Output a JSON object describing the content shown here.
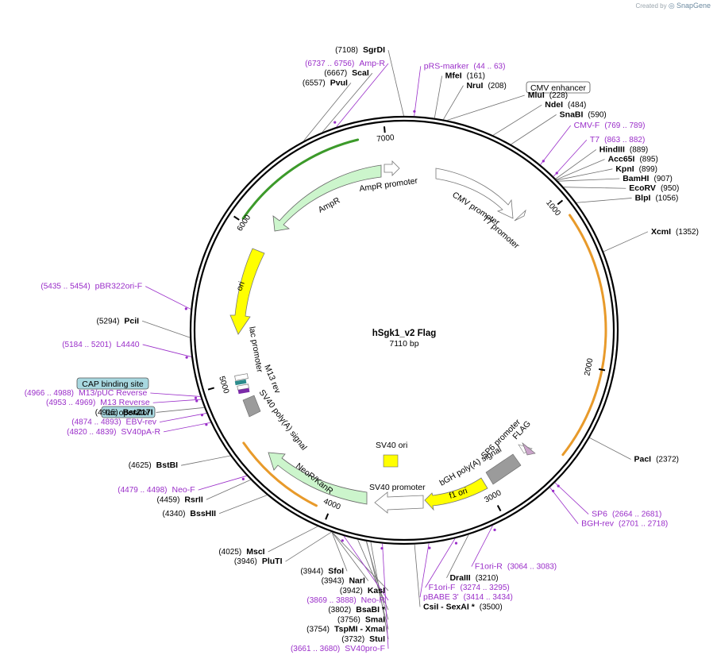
{
  "credit": {
    "prefix": "Created by",
    "brand": "SnapGene"
  },
  "plasmid": {
    "name": "hSgk1_v2 Flag",
    "length_label": "7110 bp",
    "length": 7110
  },
  "ticks": [
    {
      "pos": 1000,
      "label": "1000"
    },
    {
      "pos": 2000,
      "label": "2000"
    },
    {
      "pos": 3000,
      "label": "3000"
    },
    {
      "pos": 4000,
      "label": "4000"
    },
    {
      "pos": 5000,
      "label": "5000"
    },
    {
      "pos": 6000,
      "label": "6000"
    },
    {
      "pos": 7000,
      "label": "7000"
    }
  ],
  "sites": [
    {
      "name": "SgrDI",
      "pos": "(7108)",
      "bp": 7108,
      "side": "left"
    },
    {
      "name": "MfeI",
      "pos": "(161)",
      "bp": 161,
      "side": "right"
    },
    {
      "name": "NruI",
      "pos": "(208)",
      "bp": 208,
      "side": "right"
    },
    {
      "name": "MluI",
      "pos": "(228)",
      "bp": 228,
      "side": "right"
    },
    {
      "name": "NdeI",
      "pos": "(484)",
      "bp": 484,
      "side": "right"
    },
    {
      "name": "SnaBI",
      "pos": "(590)",
      "bp": 590,
      "side": "right"
    },
    {
      "name": "HindIII",
      "pos": "(889)",
      "bp": 889,
      "side": "right"
    },
    {
      "name": "Acc65I",
      "pos": "(895)",
      "bp": 895,
      "side": "right"
    },
    {
      "name": "KpnI",
      "pos": "(899)",
      "bp": 899,
      "side": "right"
    },
    {
      "name": "BamHI",
      "pos": "(907)",
      "bp": 907,
      "side": "right"
    },
    {
      "name": "EcoRV",
      "pos": "(950)",
      "bp": 950,
      "side": "right"
    },
    {
      "name": "BlpI",
      "pos": "(1056)",
      "bp": 1056,
      "side": "right"
    },
    {
      "name": "XcmI",
      "pos": "(1352)",
      "bp": 1352,
      "side": "right"
    },
    {
      "name": "PacI",
      "pos": "(2372)",
      "bp": 2372,
      "side": "right"
    },
    {
      "name": "DraIII",
      "pos": "(3210)",
      "bp": 3210,
      "side": "right"
    },
    {
      "name": "CsiI  - SexAI *",
      "pos": "(3500)",
      "bp": 3500,
      "side": "right"
    },
    {
      "name": "StuI",
      "pos": "(3732)",
      "bp": 3732,
      "side": "left"
    },
    {
      "name": "TspMI  - XmaI",
      "pos": "(3754)",
      "bp": 3754,
      "side": "left"
    },
    {
      "name": "SmaI",
      "pos": "(3756)",
      "bp": 3756,
      "side": "left"
    },
    {
      "name": "BsaBI *",
      "pos": "(3802)",
      "bp": 3802,
      "side": "left"
    },
    {
      "name": "KasI",
      "pos": "(3942)",
      "bp": 3942,
      "side": "left"
    },
    {
      "name": "NarI",
      "pos": "(3943)",
      "bp": 3943,
      "side": "left"
    },
    {
      "name": "SfoI",
      "pos": "(3944)",
      "bp": 3944,
      "side": "left"
    },
    {
      "name": "PluTI",
      "pos": "(3946)",
      "bp": 3946,
      "side": "left"
    },
    {
      "name": "MscI",
      "pos": "(4025)",
      "bp": 4025,
      "side": "left"
    },
    {
      "name": "BssHII",
      "pos": "(4340)",
      "bp": 4340,
      "side": "left"
    },
    {
      "name": "RsrII",
      "pos": "(4459)",
      "bp": 4459,
      "side": "left"
    },
    {
      "name": "BstBI",
      "pos": "(4625)",
      "bp": 4625,
      "side": "left"
    },
    {
      "name": "BstZ17I",
      "pos": "(4915)",
      "bp": 4915,
      "side": "left"
    },
    {
      "name": "PciI",
      "pos": "(5294)",
      "bp": 5294,
      "side": "left"
    },
    {
      "name": "PvuI",
      "pos": "(6557)",
      "bp": 6557,
      "side": "left"
    },
    {
      "name": "ScaI",
      "pos": "(6667)",
      "bp": 6667,
      "side": "left"
    }
  ],
  "primers": [
    {
      "name": "pRS-marker",
      "pos": "(44 .. 63)",
      "bp": 53,
      "side": "right"
    },
    {
      "name": "CMV-F",
      "pos": "(769 .. 789)",
      "bp": 779,
      "side": "right"
    },
    {
      "name": "T7",
      "pos": "(863 .. 882)",
      "bp": 872,
      "side": "right"
    },
    {
      "name": "SP6",
      "pos": "(2664 .. 2681)",
      "bp": 2672,
      "side": "right"
    },
    {
      "name": "BGH-rev",
      "pos": "(2701 .. 2718)",
      "bp": 2709,
      "side": "right"
    },
    {
      "name": "F1ori-R",
      "pos": "(3064 .. 3083)",
      "bp": 3073,
      "side": "right"
    },
    {
      "name": "F1ori-F",
      "pos": "(3274 .. 3295)",
      "bp": 3284,
      "side": "right"
    },
    {
      "name": "pBABE 3'",
      "pos": "(3414 .. 3434)",
      "bp": 3424,
      "side": "right"
    },
    {
      "name": "SV40pro-F",
      "pos": "(3661 .. 3680)",
      "bp": 3670,
      "side": "left"
    },
    {
      "name": "Neo-R",
      "pos": "(3869 .. 3888)",
      "bp": 3878,
      "side": "left"
    },
    {
      "name": "Neo-F",
      "pos": "(4479 .. 4498)",
      "bp": 4488,
      "side": "left"
    },
    {
      "name": "SV40pA-R",
      "pos": "(4820 .. 4839)",
      "bp": 4829,
      "side": "left"
    },
    {
      "name": "EBV-rev",
      "pos": "(4874 .. 4893)",
      "bp": 4883,
      "side": "left"
    },
    {
      "name": "M13 Reverse",
      "pos": "(4953 .. 4969)",
      "bp": 4961,
      "side": "left"
    },
    {
      "name": "M13/pUC Reverse",
      "pos": "(4966 .. 4988)",
      "bp": 4977,
      "side": "left"
    },
    {
      "name": "L4440",
      "pos": "(5184 .. 5201)",
      "bp": 5192,
      "side": "left"
    },
    {
      "name": "pBR322ori-F",
      "pos": "(5435 .. 5454)",
      "bp": 5444,
      "side": "left"
    },
    {
      "name": "Amp-R",
      "pos": "(6737 .. 6756)",
      "bp": 6746,
      "side": "left"
    }
  ],
  "boxed_features": [
    {
      "name": "CMV enhancer",
      "style": "outline"
    },
    {
      "name": "CAP binding site",
      "style": "filled"
    },
    {
      "name": "lac operator",
      "style": "filled"
    }
  ],
  "features": [
    {
      "name": "CMV promoter",
      "color": "#ffffff"
    },
    {
      "name": "T7 promoter",
      "color": "#ffffff"
    },
    {
      "name": "FLAG",
      "color": "#c9a3c9"
    },
    {
      "name": "SP6 promoter",
      "color": "#ffffff"
    },
    {
      "name": "bGH poly(A) signal",
      "color": "#9b9b9b"
    },
    {
      "name": "f1 ori",
      "color": "#ffff00"
    },
    {
      "name": "SV40 promoter",
      "color": "#ffffff"
    },
    {
      "name": "SV40 ori",
      "color": "#ffff00"
    },
    {
      "name": "NeoR/KanR",
      "color": "#ccf5cc"
    },
    {
      "name": "SV40 poly(A) signal",
      "color": "#9b9b9b"
    },
    {
      "name": "M13 rev",
      "color": "#ffffff"
    },
    {
      "name": "lac promoter",
      "color": "#ffffff"
    },
    {
      "name": "ori",
      "color": "#ffff00"
    },
    {
      "name": "AmpR",
      "color": "#ccf5cc"
    },
    {
      "name": "AmpR promoter",
      "color": "#ffffff"
    }
  ],
  "colors": {
    "primer": "#9a2ec9",
    "orf_orange": "#e89a2a",
    "orf_green": "#3c9a2a",
    "box_fill": "#a8d8e0"
  }
}
